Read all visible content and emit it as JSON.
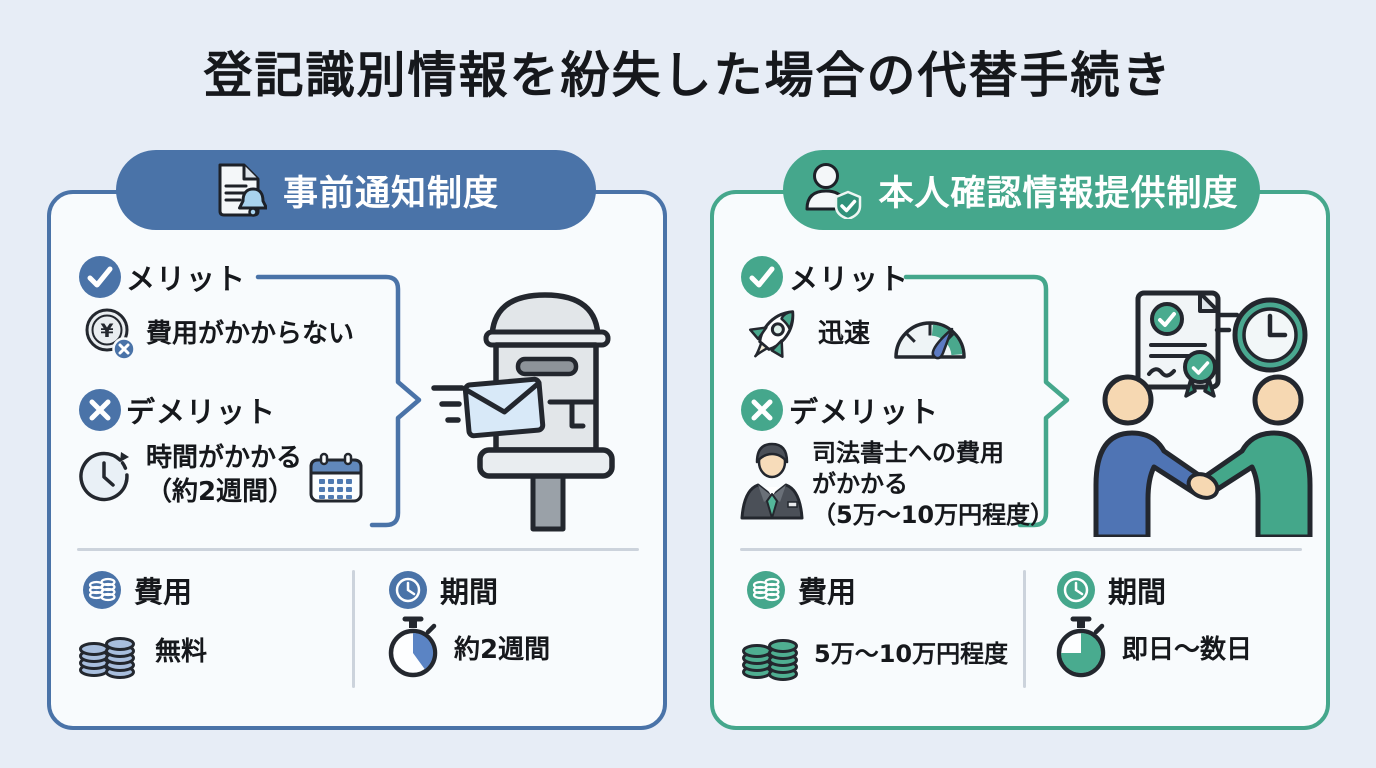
{
  "title": "登記識別情報を紛失した場合の代替手続き",
  "colors": {
    "blue_accent": "#4a73a8",
    "green_accent": "#45a78c",
    "background": "#e7edf6"
  },
  "glyphs": {
    "yen": "¥"
  },
  "left": {
    "header": "事前通知制度",
    "header_icon": "document-bell-icon",
    "merit": {
      "label": "メリット",
      "item": "費用がかからない",
      "item_icon": "yen-coin-crossed-icon"
    },
    "demerit": {
      "label": "デメリット",
      "item_line1": "時間がかかる",
      "item_line2": "（約2週間）",
      "item_icons": "elapsed-time-clock-icon calendar-icon"
    },
    "illustration": "postbox-with-mail-illustration",
    "cost": {
      "label": "費用",
      "value": "無料"
    },
    "period": {
      "label": "期間",
      "value": "約2週間"
    }
  },
  "right": {
    "header": "本人確認情報提供制度",
    "header_icon": "person-shield-icon",
    "merit": {
      "label": "メリット",
      "item": "迅速",
      "item_icons": "rocket-icon speedometer-icon"
    },
    "demerit": {
      "label": "デメリット",
      "item_line1": "司法書士への費用",
      "item_line2": "がかかる",
      "item_line3": "（5万～10万円程度）",
      "item_icon": "judicial-scrivener-icon"
    },
    "illustration": "handshake-certificate-clock-illustration",
    "cost": {
      "label": "費用",
      "value": "5万～10万円程度"
    },
    "period": {
      "label": "期間",
      "value": "即日～数日"
    }
  }
}
